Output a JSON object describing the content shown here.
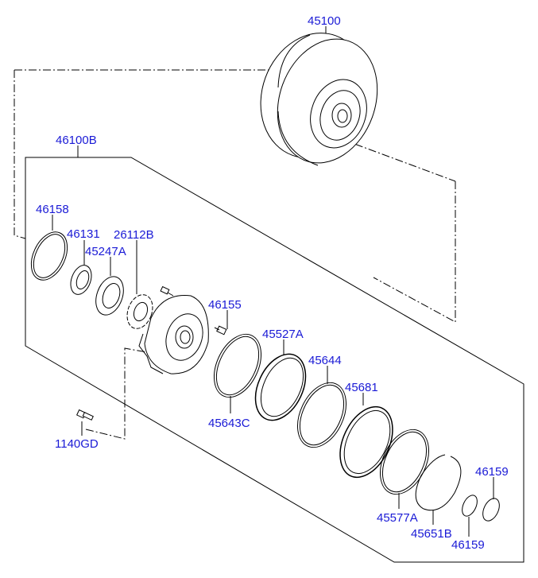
{
  "diagram": {
    "colors": {
      "label": "#1a1ad6",
      "line": "#000000",
      "background": "#ffffff"
    },
    "labels": {
      "p45100": "45100",
      "p46100B": "46100B",
      "p46158": "46158",
      "p46131": "46131",
      "p26112B": "26112B",
      "p45247A": "45247A",
      "p46155": "46155",
      "p45527A": "45527A",
      "p45644": "45644",
      "p45681": "45681",
      "p45643C": "45643C",
      "p1140GD": "1140GD",
      "p45577A": "45577A",
      "p45651B": "45651B",
      "p46159_top": "46159",
      "p46159_bottom": "46159"
    }
  }
}
